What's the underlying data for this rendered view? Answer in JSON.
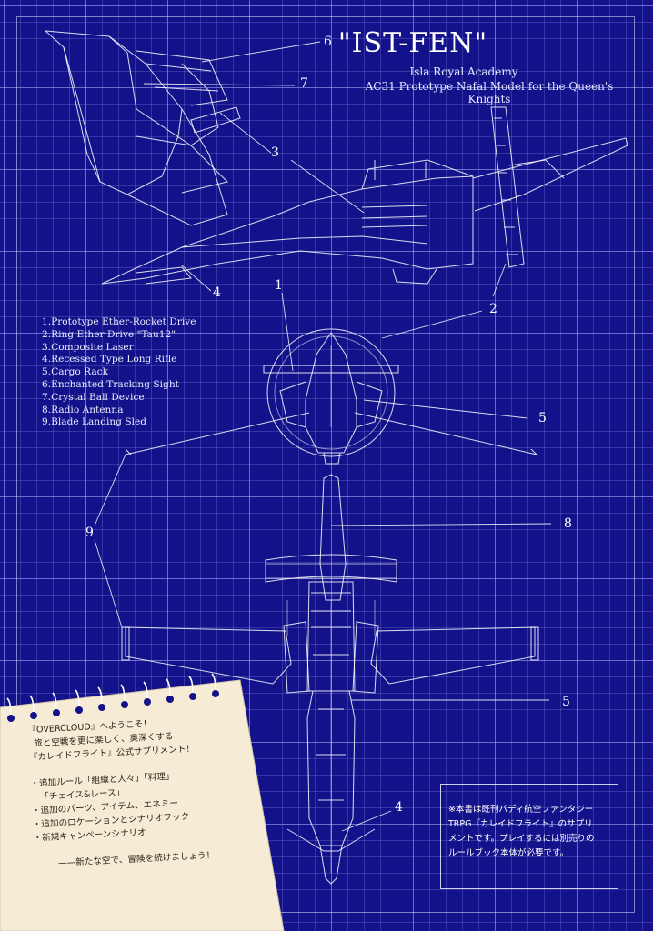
{
  "header": {
    "title": "\"IST-FEN\"",
    "subtitle_1": "Isla Royal Academy",
    "subtitle_2": "AC31 Prototype Nafal Model for the Queen's Knights"
  },
  "legend": {
    "items": [
      "1.Prototype Ether-Rocket Drive",
      "2.Ring Ether Drive \"Tau12\"",
      "3.Composite Laser",
      "4.Recessed Type Long Rifle",
      "5.Cargo Rack",
      "6.Enchanted Tracking Sight",
      "7.Crystal Ball Device",
      "8.Radio Antenna",
      "9.Blade Landing Sled"
    ]
  },
  "callouts": {
    "c6": "6",
    "c7": "7",
    "c3": "3",
    "c4_top": "4",
    "c1": "1",
    "c2": "2",
    "c5_top": "5",
    "c9": "9",
    "c8": "8",
    "c5_bottom": "5",
    "c4_bottom": "4"
  },
  "notice": {
    "lines": [
      "※本書は既刊バディ航空ファンタジー",
      "TRPG『カレイドフライト』のサプリ",
      "メントです。プレイするには別売りの",
      "ルールブック本体が必要です。"
    ]
  },
  "memo": {
    "intro": [
      "『OVERCLOUD』へようこそ！",
      "旅と空戦を更に楽しく、奥深くする",
      "『カレイドフライト』公式サプリメント！"
    ],
    "bullets": [
      "・追加ルール「組織と人々」「料理」",
      "「チェイス&レース」",
      "・追加のパーツ、アイテム、エネミー",
      "・追加のロケーションとシナリオフック",
      "・新規キャンペーンシナリオ"
    ],
    "closing": "——新たな空で、冒険を続けましょう！"
  },
  "colors": {
    "background": "#14128a",
    "line": "#ffffff",
    "paper": "#f6ecd6"
  }
}
